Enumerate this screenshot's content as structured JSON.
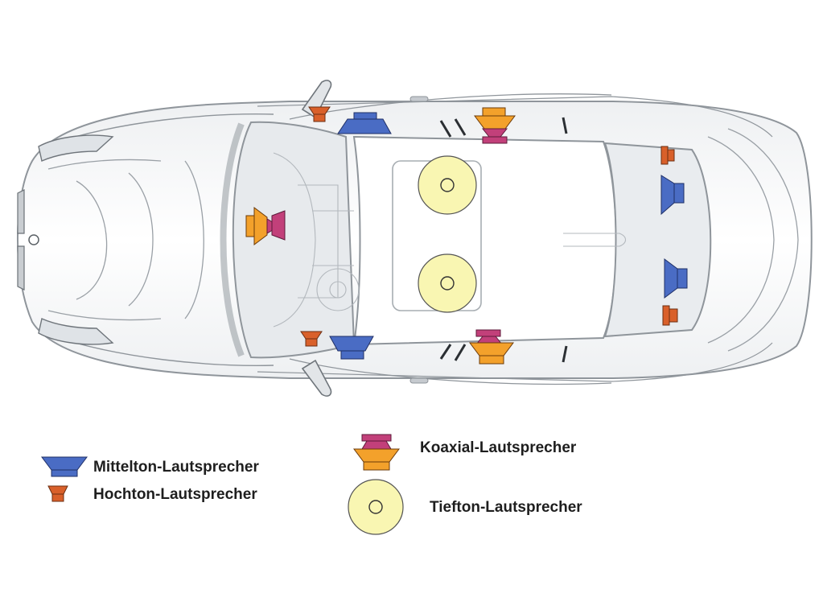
{
  "legend": {
    "midrange": {
      "label": "Mittelton-Lautsprecher"
    },
    "tweeter": {
      "label": "Hochton-Lautsprecher"
    },
    "coaxial": {
      "label": "Koaxial-Lautsprecher"
    },
    "woofer": {
      "label": "Tiefton-Lautsprecher"
    }
  },
  "colors": {
    "midrange": "#4a6cc4",
    "tweeter": "#d9602a",
    "coaxial_outer": "#f3a12b",
    "coaxial_inner": "#c2407a",
    "woofer_fill": "#f9f6b2",
    "car_line": "#8f959b",
    "car_fill": "#f7f8f9",
    "glass": "#e7eaed"
  },
  "icons": {
    "midrange": "trapezoid-speaker-icon",
    "tweeter": "small-trapezoid-speaker-icon",
    "coaxial": "stacked-trapezoid-speaker-icon",
    "woofer": "circular-subwoofer-icon"
  }
}
